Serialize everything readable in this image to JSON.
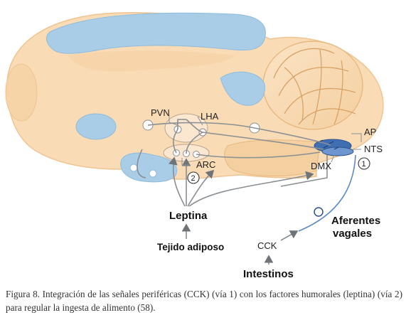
{
  "labels": {
    "pvn": "PVN",
    "lha": "LHA",
    "arc": "ARC",
    "ap": "AP",
    "nts": "NTS",
    "dmx": "DMX",
    "route1": "1",
    "route2": "2",
    "leptina": "Leptina",
    "tejido": "Tejido adiposo",
    "cck": "CCK",
    "intestinos": "Intestinos",
    "aferentes_line1": "Aferentes",
    "aferentes_line2": "vagales"
  },
  "caption": "Figura 8. Integración de las señales periféricas (CCK) (vía 1) con los factores humorales (leptina) (vía 2) para regular la ingesta de alimento (58).",
  "colors": {
    "brain_fill": "#f9dcb6",
    "brain_stroke": "#efc490",
    "ventricle_blue": "#a9cde6",
    "nucleus_blue": "#3f6fb2",
    "pathway_gray": "#8a8f93",
    "vagal_blue": "#5a8bc2"
  }
}
